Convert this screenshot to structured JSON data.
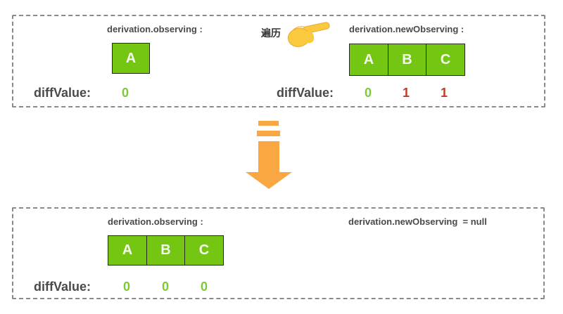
{
  "colors": {
    "green_box": "#75C513",
    "box_letter": "#F5FBEC",
    "green_text": "#7BC83B",
    "red_text": "#C23B28",
    "gray_text": "#4A4A4A",
    "dark_text": "#333333",
    "dash_border": "#8A8A8A",
    "arrow_orange": "#F8A743",
    "hand_yellow": "#FBC93D",
    "hand_outline": "#E8A83B"
  },
  "icons": {
    "pointer": "backhand-index-pointing-right",
    "transition": "down-arrow"
  },
  "top_panel": {
    "observing": {
      "label": "derivation.observing :",
      "items": [
        "A"
      ],
      "diff_label": "diffValue:",
      "diff_values": [
        "0"
      ],
      "diff_colors": [
        "green"
      ]
    },
    "traverse_label": "遍历",
    "new_observing": {
      "label": "derivation.newObserving :",
      "items": [
        "A",
        "B",
        "C"
      ],
      "diff_label": "diffValue:",
      "diff_values": [
        "0",
        "1",
        "1"
      ],
      "diff_colors": [
        "green",
        "red",
        "red"
      ]
    }
  },
  "bottom_panel": {
    "observing": {
      "label": "derivation.observing :",
      "items": [
        "A",
        "B",
        "C"
      ],
      "diff_label": "diffValue:",
      "diff_values": [
        "0",
        "0",
        "0"
      ],
      "diff_colors": [
        "green",
        "green",
        "green"
      ]
    },
    "new_observing_label": "derivation.newObserving  = null"
  }
}
